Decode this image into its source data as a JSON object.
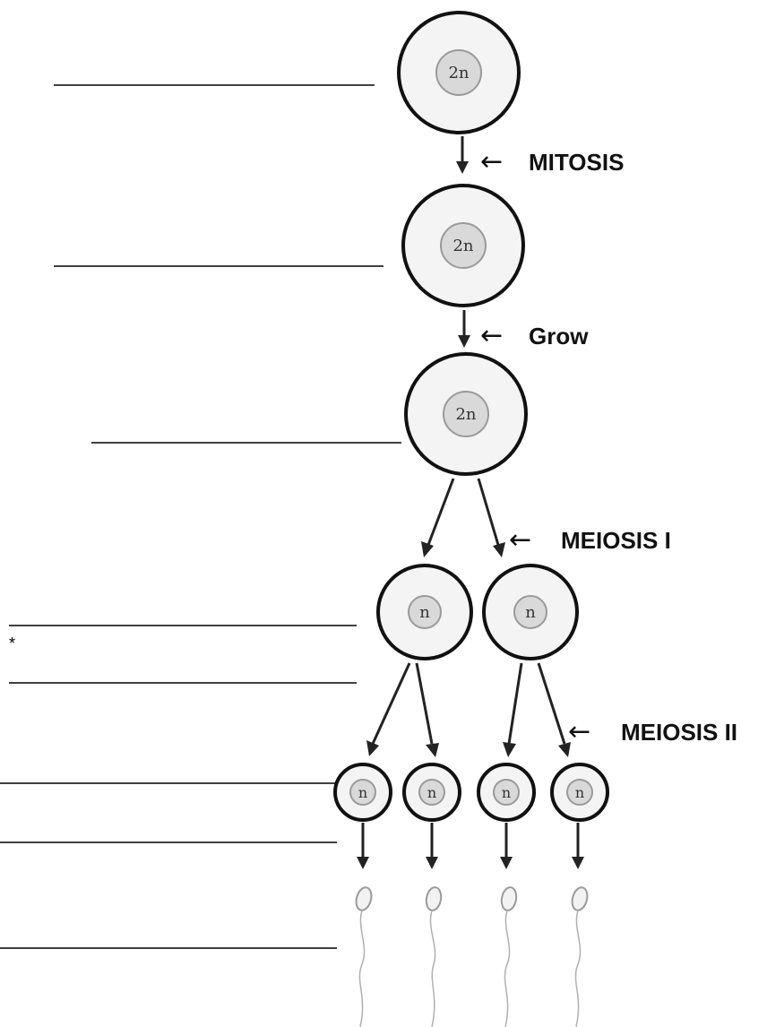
{
  "cells": {
    "stage1": {
      "label": "2n"
    },
    "stage2": {
      "label": "2n"
    },
    "stage3": {
      "label": "2n"
    },
    "stage4": [
      {
        "label": "n"
      },
      {
        "label": "n"
      }
    ],
    "stage5": [
      {
        "label": "n"
      },
      {
        "label": "n"
      },
      {
        "label": "n"
      },
      {
        "label": "n"
      }
    ]
  },
  "steps": {
    "mitosis": {
      "arrow": "←",
      "label": "MITOSIS"
    },
    "grow": {
      "arrow": "←",
      "label": "Grow"
    },
    "meiosis1": {
      "arrow": "←",
      "label": "MEIOSIS I"
    },
    "meiosis2": {
      "arrow": "←",
      "label": "MEIOSIS II"
    }
  },
  "asterisk": "*",
  "colors": {
    "cell_fill": "#f4f4f4",
    "cell_outline": "#111111",
    "nucleus_fill": "#d9d9d9"
  }
}
